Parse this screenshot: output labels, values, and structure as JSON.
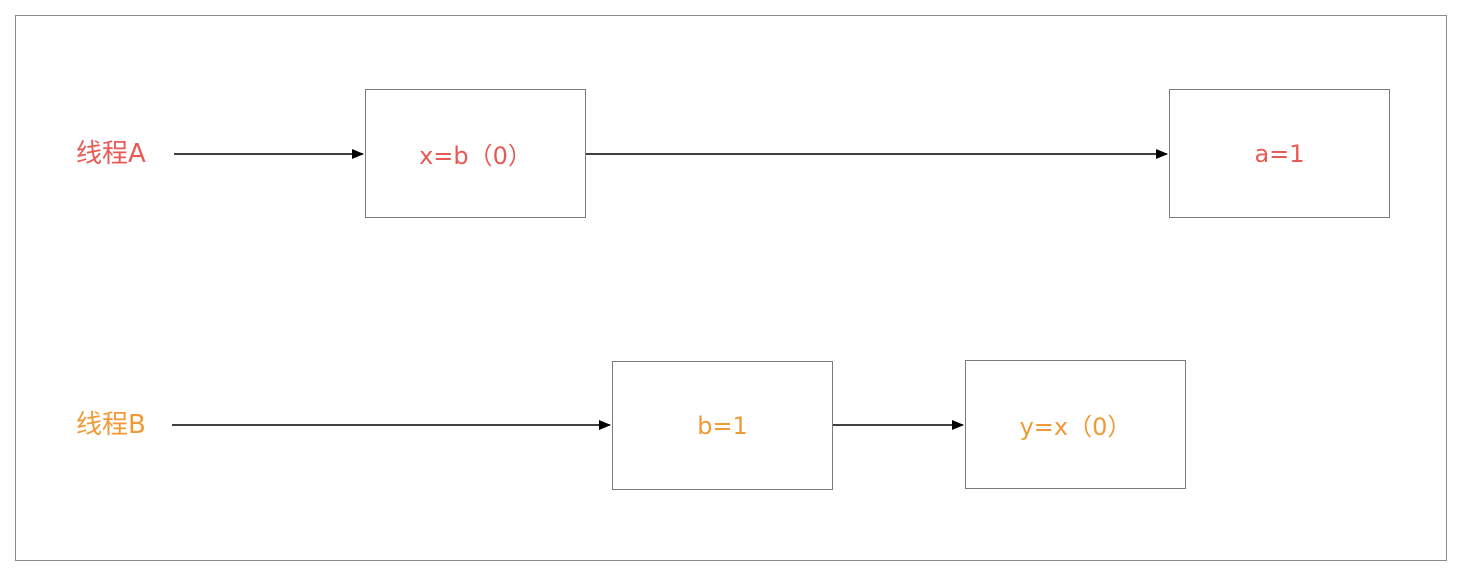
{
  "colors": {
    "thread_a": "#e85a55",
    "thread_b": "#f09a36",
    "border": "#7a7a7a",
    "arrow": "#000000"
  },
  "thread_a": {
    "label": "线程A",
    "steps": [
      {
        "text": "x=b（0）"
      },
      {
        "text": "a=1"
      }
    ]
  },
  "thread_b": {
    "label": "线程B",
    "steps": [
      {
        "text": "b=1"
      },
      {
        "text": "y=x（0）"
      }
    ]
  }
}
